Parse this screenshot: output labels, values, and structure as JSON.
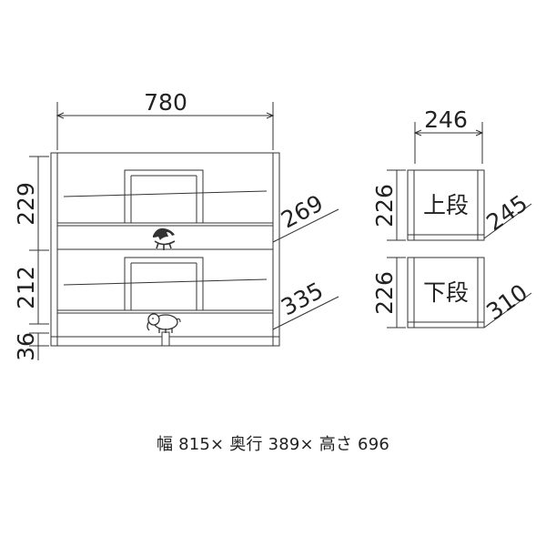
{
  "front_view": {
    "width_dim": "780",
    "upper_height_dim": "229",
    "lower_height_dim": "212",
    "base_height_dim": "36",
    "upper_depth_dim": "269",
    "lower_depth_dim": "335"
  },
  "side_view": {
    "width_dim": "246",
    "upper_height_dim": "226",
    "lower_height_dim": "226",
    "upper_label": "上段",
    "lower_label": "下段",
    "upper_depth_dim": "245",
    "lower_depth_dim": "310"
  },
  "decorations": [
    "bird-icon",
    "elephant-icon"
  ],
  "caption": "幅 815× 奥行 389× 高さ 696"
}
